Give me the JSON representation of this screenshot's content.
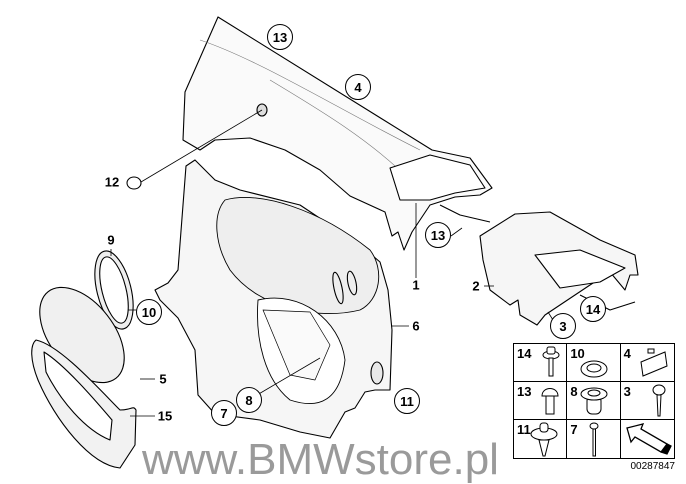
{
  "watermark": "www.BMWstore.pl",
  "callouts": {
    "c13_top": "13",
    "c4": "4",
    "c12": "12",
    "c9": "9",
    "c10": "10",
    "c5": "5",
    "c15": "15",
    "c7": "7",
    "c8": "8",
    "c11": "11",
    "c6": "6",
    "c1": "1",
    "c13_mid": "13",
    "c2": "2",
    "c3": "3",
    "c14": "14"
  },
  "legend": {
    "cells": [
      {
        "num": "14",
        "icon": "flange-screw-icon"
      },
      {
        "num": "10",
        "icon": "clip-nut-icon"
      },
      {
        "num": "4",
        "icon": "clip-icon"
      },
      {
        "num": "13",
        "icon": "round-head-screw-icon"
      },
      {
        "num": "8",
        "icon": "expanding-nut-icon"
      },
      {
        "num": "3",
        "icon": "tapping-screw-icon"
      },
      {
        "num": "11",
        "icon": "push-rivet-icon"
      },
      {
        "num": "7",
        "icon": "long-screw-icon"
      },
      {
        "num": "",
        "icon": "direction-arrow-icon"
      }
    ]
  },
  "document_number": "00287847"
}
